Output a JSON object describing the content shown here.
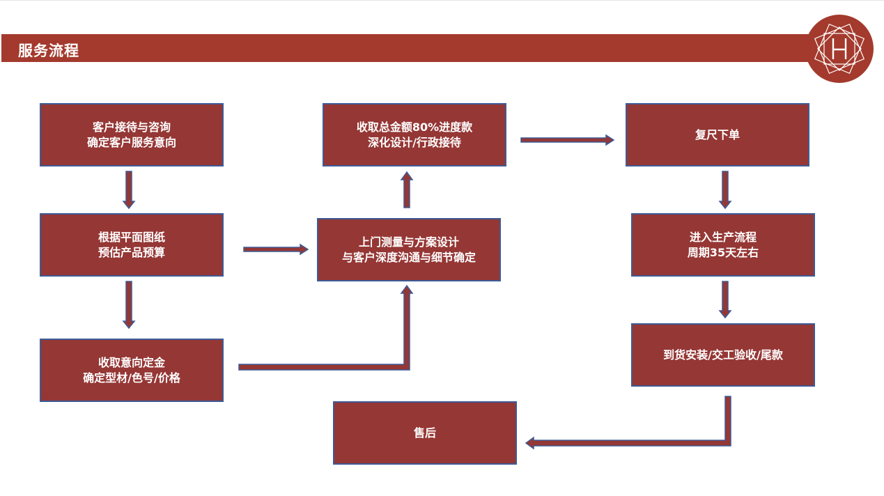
{
  "header": {
    "title": "服务流程"
  },
  "logo": {
    "icon": "monogram-logo-icon"
  },
  "colors": {
    "box_fill": "#953735",
    "box_border": "#3d5b96",
    "banner": "#a33a2d"
  },
  "steps": [
    {
      "line1": "客户接待与咨询",
      "line2": "确定客户服务意向"
    },
    {
      "line1": "根据平面图纸",
      "line2": "预估产品预算"
    },
    {
      "line1": "收取意向定金",
      "line2": "确定型材/色号/价格"
    },
    {
      "line1": "上门测量与方案设计",
      "line2": "与客户深度沟通与细节确定"
    },
    {
      "line1": "收取总金额80%进度款",
      "line2": "深化设计/行政接待"
    },
    {
      "line1": "复尺下单"
    },
    {
      "line1": "进入生产流程",
      "line2": "周期35天左右"
    },
    {
      "line1": "到货安装/交工验收/尾款"
    },
    {
      "line1": "售后"
    }
  ]
}
